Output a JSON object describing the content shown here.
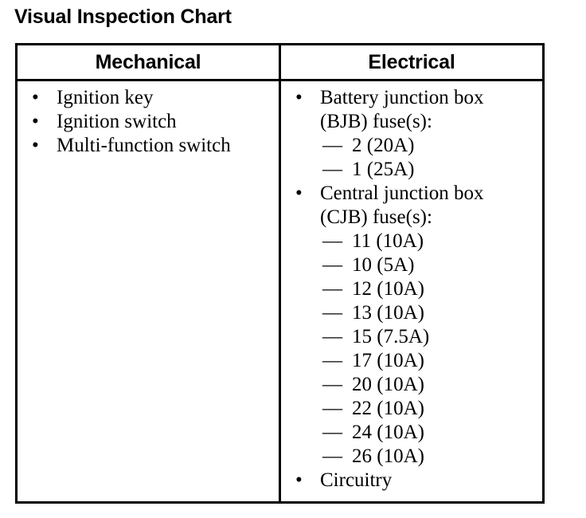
{
  "title": "Visual Inspection Chart",
  "table": {
    "columns": [
      {
        "header": "Mechanical",
        "items": [
          {
            "bullet": "•",
            "text": "Ignition key"
          },
          {
            "bullet": "•",
            "text": "Ignition switch"
          },
          {
            "bullet": "•",
            "text": "Multi-function switch"
          }
        ]
      },
      {
        "header": "Electrical",
        "groups": [
          {
            "bullet": "•",
            "line1": "Battery junction box",
            "line2": "(BJB) fuse(s):",
            "fuses": [
              {
                "dash": "—",
                "text": "2 (20A)"
              },
              {
                "dash": "—",
                "text": "1 (25A)"
              }
            ]
          },
          {
            "bullet": "•",
            "line1": "Central junction box",
            "line2": "(CJB) fuse(s):",
            "fuses": [
              {
                "dash": "—",
                "text": "11 (10A)"
              },
              {
                "dash": "—",
                "text": "10 (5A)"
              },
              {
                "dash": "—",
                "text": "12 (10A)"
              },
              {
                "dash": "—",
                "text": "13 (10A)"
              },
              {
                "dash": "—",
                "text": "15 (7.5A)"
              },
              {
                "dash": "—",
                "text": "17 (10A)"
              },
              {
                "dash": "—",
                "text": "20 (10A)"
              },
              {
                "dash": "—",
                "text": "22 (10A)"
              },
              {
                "dash": "—",
                "text": "24 (10A)"
              },
              {
                "dash": "—",
                "text": "26 (10A)"
              }
            ]
          }
        ],
        "final_item": {
          "bullet": "•",
          "text": "Circuitry"
        }
      }
    ]
  },
  "colors": {
    "border": "#000000",
    "text": "#000000",
    "background": "#ffffff"
  }
}
